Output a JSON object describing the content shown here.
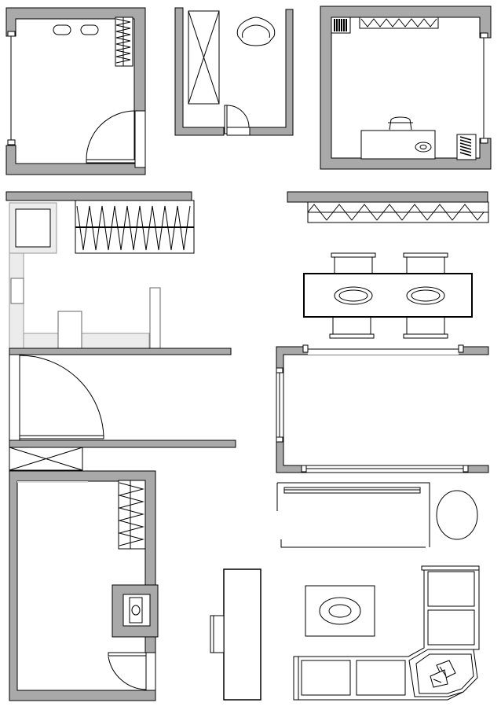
{
  "colors": {
    "wall_fill": "#a9a9a9",
    "wall_stroke": "#000000",
    "background": "#ffffff",
    "line": "#000000",
    "light_panel": "#ececec"
  },
  "symbols": [
    "bedroom-room",
    "wardrobe-closet",
    "office-room",
    "bedroom-wall-segment",
    "dining-table-set",
    "window-wall-segment",
    "bathroom-room",
    "bed-frame",
    "desk-and-chair",
    "coffee-table",
    "oval-table",
    "l-shaped-sofa"
  ]
}
